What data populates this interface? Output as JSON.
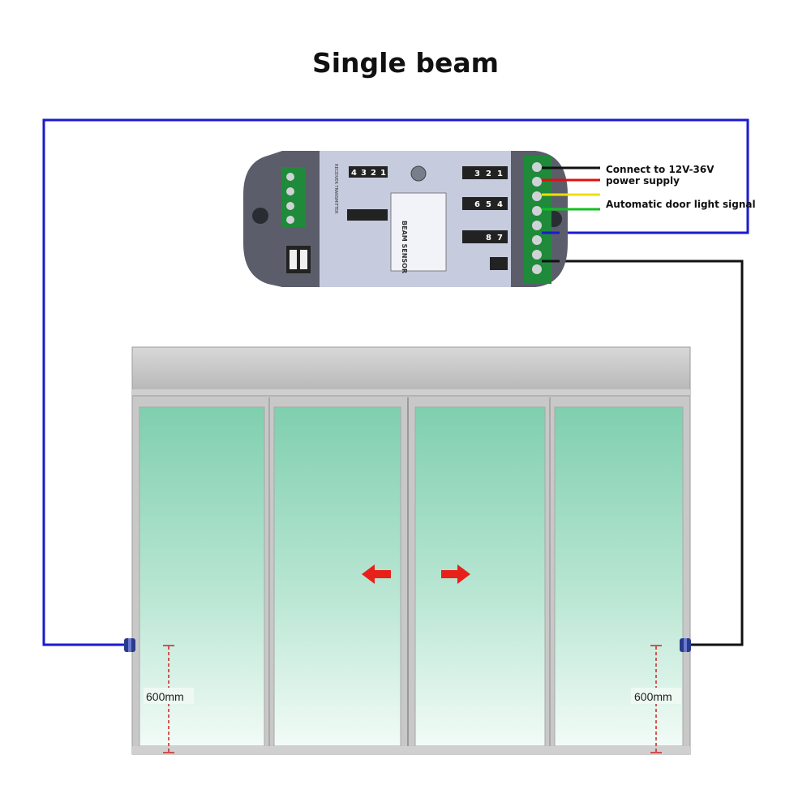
{
  "title": "Single beam",
  "labels": {
    "power_line1": "Connect to 12V-36V",
    "power_line2": "power supply",
    "light_signal": "Automatic door light signal",
    "height_left": "600mm",
    "height_right": "600mm"
  },
  "module": {
    "name": "BEAM SENSOR",
    "receiver_label": "RECEIVER TRANSMITTER",
    "receiver_terminals": [
      "4",
      "3",
      "2",
      "1"
    ],
    "output_terminals": [
      "1",
      "2",
      "3",
      "4",
      "5",
      "6",
      "7",
      "8"
    ]
  },
  "colors": {
    "wire_blue": "#1a1ad0",
    "wire_black": "#111111",
    "wire_red": "#e01010",
    "wire_yellow": "#f0e000",
    "wire_green": "#10c020",
    "arrow_red": "#e8201a",
    "dimension_red": "#cc2222"
  }
}
